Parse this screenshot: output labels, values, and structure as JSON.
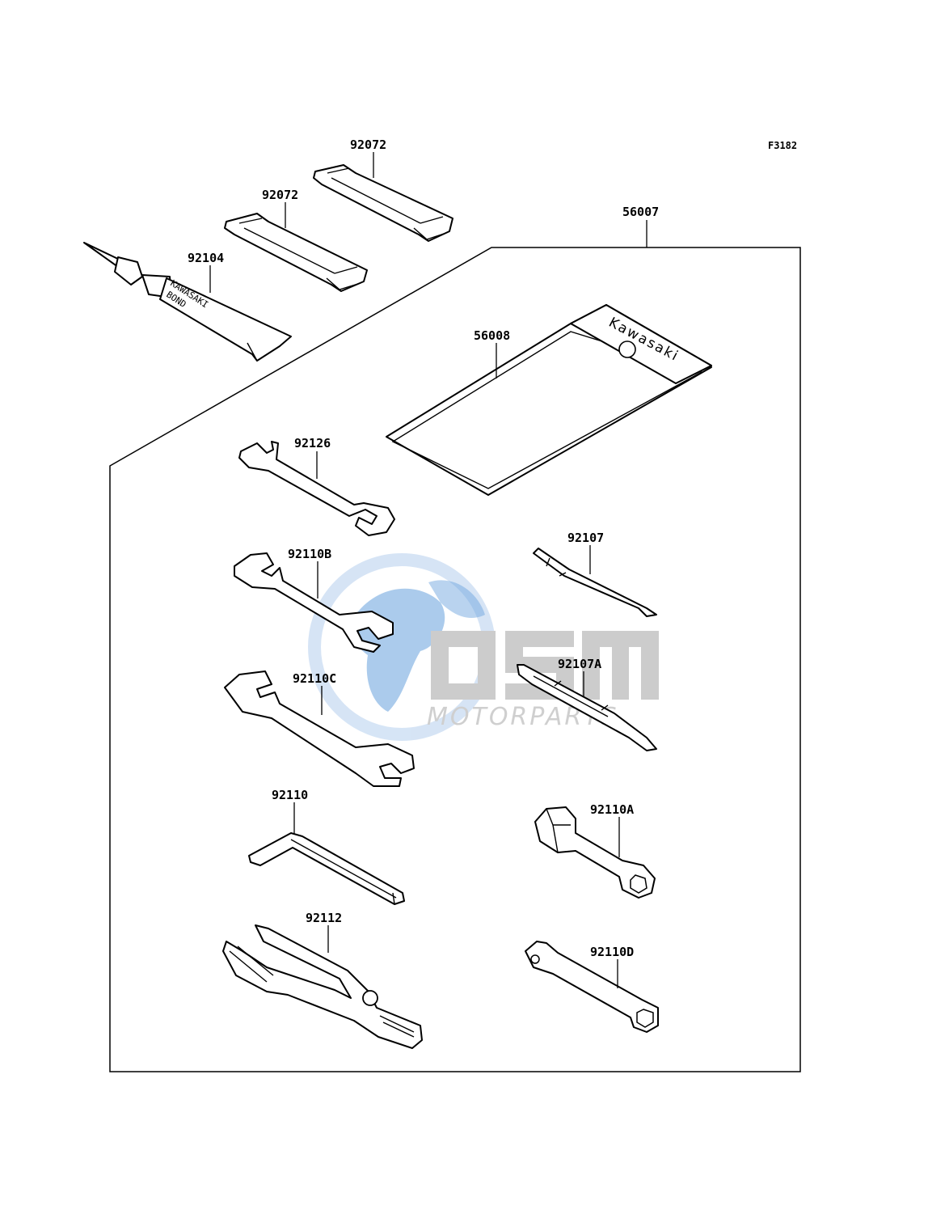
{
  "figure_code": "F3182",
  "watermark": {
    "brand": "OSM",
    "tagline": "MOTORPARTS",
    "colors": {
      "globe": "#4a8fd6",
      "globe_light": "#cfe0f4",
      "letters": "#c4c4c4"
    }
  },
  "part_labels": {
    "p92072a": "92072",
    "p92072b": "92072",
    "p92104": "92104",
    "p56007": "56007",
    "p56008": "56008",
    "p92126": "92126",
    "p92110b": "92110B",
    "p92110c": "92110C",
    "p92107": "92107",
    "p92107a": "92107A",
    "p92110": "92110",
    "p92110a": "92110A",
    "p92112": "92112",
    "p92110d": "92110D"
  },
  "product_markings": {
    "tube_brand": "KAWASAKI",
    "tube_product": "BOND",
    "tool_case": "Kawasaki"
  }
}
